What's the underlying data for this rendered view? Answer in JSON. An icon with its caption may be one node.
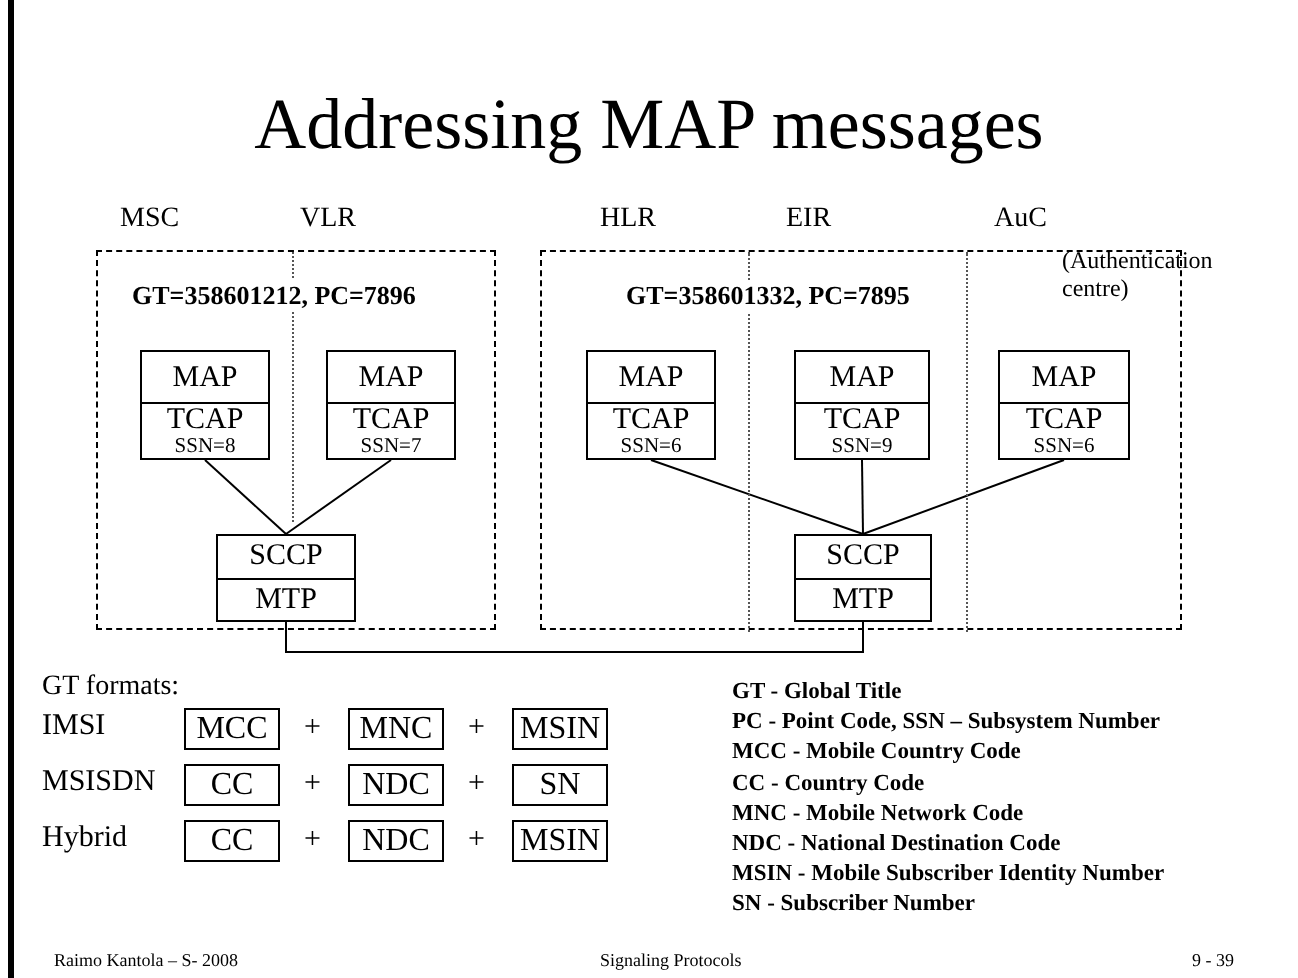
{
  "diagram": {
    "title": "Addressing MAP messages",
    "nodes": [
      {
        "text": [
          "GT=358601212, PC=7896"
        ]
      },
      {
        "text": [
          "MAP",
          "TCAP",
          "SSN=8"
        ],
        "in": 0
      },
      {
        "text": [
          "MAP",
          "TCAP",
          "SSN=7"
        ],
        "in": 0
      },
      {
        "text": [
          "SCCP",
          "MTP"
        ],
        "in": 0
      },
      {
        "text": [
          "GT=358601332, PC=7895"
        ]
      },
      {
        "text": [
          "MAP",
          "TCAP",
          "SSN=6"
        ],
        "in": 4
      },
      {
        "text": [
          "MAP",
          "TCAP",
          "SSN=9"
        ],
        "in": 4
      },
      {
        "text": [
          "MAP",
          "TCAP",
          "SSN=6"
        ],
        "in": 4
      },
      {
        "text": [
          "SCCP",
          "MTP"
        ],
        "in": 4
      },
      {
        "text": [
          "MCC"
        ]
      },
      {
        "text": [
          "MNC"
        ]
      },
      {
        "text": [
          "MSIN"
        ]
      },
      {
        "text": [
          "CC"
        ]
      },
      {
        "text": [
          "NDC"
        ]
      },
      {
        "text": [
          "SN"
        ]
      },
      {
        "text": [
          "CC"
        ]
      },
      {
        "text": [
          "NDC"
        ]
      },
      {
        "text": [
          "MSIN"
        ]
      }
    ],
    "edges": [
      {
        "from": 1,
        "to": 3,
        "arrow": "none"
      },
      {
        "from": 2,
        "to": 3,
        "arrow": "none"
      },
      {
        "from": 5,
        "to": 8,
        "arrow": "none"
      },
      {
        "from": 6,
        "to": 8,
        "arrow": "none"
      },
      {
        "from": 7,
        "to": 8,
        "arrow": "none"
      },
      {
        "from": 3,
        "to": 8,
        "arrow": "none"
      }
    ],
    "labels": [
      "MSC",
      "VLR",
      "HLR",
      "EIR",
      "AuC",
      "(Authentication centre)",
      "GT formats:",
      "IMSI",
      "+",
      "+",
      "MSISDN",
      "+",
      "+",
      "Hybrid",
      "+",
      "+",
      "GT - Global Title",
      "PC - Point Code, SSN – Subsystem Number",
      "MCC - Mobile Country Code",
      "CC - Country Code",
      "MNC - Mobile Network Code",
      "NDC - National Destination Code",
      "MSIN - Mobile Subscriber Identity Number",
      "SN - Subscriber Number",
      "Raimo Kantola – S- 2008",
      "Signaling Protocols",
      "9 - 39"
    ]
  }
}
